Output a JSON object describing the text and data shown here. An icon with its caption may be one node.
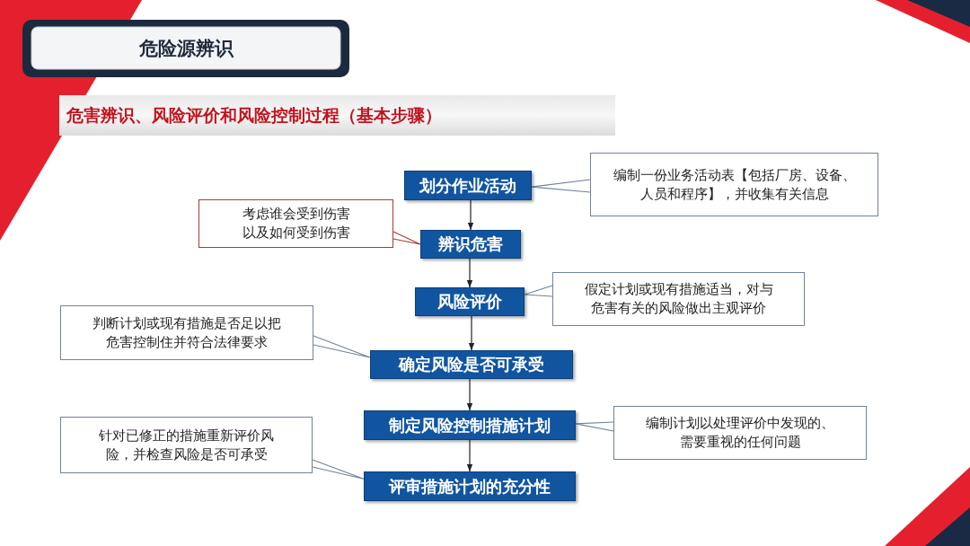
{
  "diagram": {
    "title": "危险源辨识",
    "nodes": [
      {
        "text": [
          "划分作业活动"
        ]
      },
      {
        "text": [
          "编制一份业务活动表【包括厂房、设备、人员和程序】，并收集有关信息"
        ]
      },
      {
        "text": [
          "考虑谁会受到伤害以及如何受到伤害"
        ]
      },
      {
        "text": [
          "辨识危害"
        ]
      },
      {
        "text": [
          "风险评价"
        ]
      },
      {
        "text": [
          "假定计划或现有措施适当，对与危害有关的风险做出主观评价"
        ]
      },
      {
        "text": [
          "判断计划或现有措施是否足以把危害控制住并符合法律要求"
        ]
      },
      {
        "text": [
          "确定风险是否可承受"
        ]
      },
      {
        "text": [
          "制定风险控制措施计划"
        ]
      },
      {
        "text": [
          "编制计划以处理评价中发现的、需要重视的任何问题"
        ]
      },
      {
        "text": [
          "针对已修正的措施重新评价风险，并检查风险是否可承受"
        ]
      },
      {
        "text": [
          "评审措施计划的充分性"
        ]
      }
    ],
    "edges": [
      {
        "from": 0,
        "to": 3,
        "arrow": "to"
      },
      {
        "from": 3,
        "to": 4,
        "arrow": "to"
      },
      {
        "from": 4,
        "to": 7,
        "arrow": "to"
      },
      {
        "from": 7,
        "to": 8,
        "arrow": "to"
      },
      {
        "from": 8,
        "to": 11,
        "arrow": "to"
      },
      {
        "from": 1,
        "to": 0,
        "arrow": "none",
        "color": "#6f8499"
      },
      {
        "from": 2,
        "to": 3,
        "arrow": "none",
        "color": "#a83a3a"
      },
      {
        "from": 5,
        "to": 4,
        "arrow": "none",
        "color": "#6f8499"
      },
      {
        "from": 6,
        "to": 7,
        "arrow": "none",
        "color": "#6f8499"
      },
      {
        "from": 9,
        "to": 8,
        "arrow": "none",
        "color": "#6f8499"
      },
      {
        "from": 10,
        "to": 11,
        "arrow": "none",
        "color": "#6f8499"
      }
    ],
    "labels": [
      "危害辨识、风险评价和风险控制过程（基本步骤）"
    ]
  }
}
